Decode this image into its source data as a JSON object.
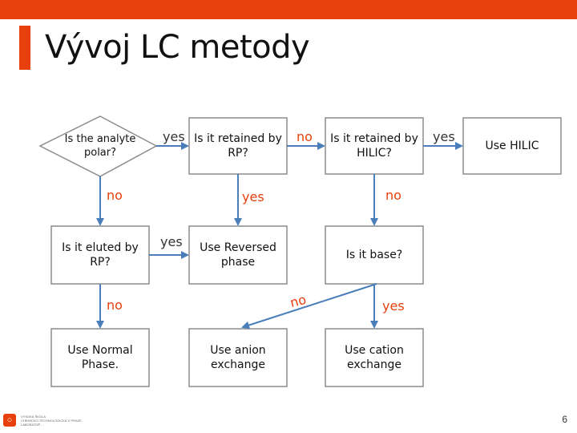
{
  "slide": {
    "title": "Vývoj LC metody",
    "page_number": "6",
    "logo_lines": [
      "VYSOKÁ ŠKOLA",
      "CHEMICKO-TECHNOLOGICKÁ V PRAZE",
      "LABORATOŘ ..."
    ]
  },
  "nodes": {
    "analyte_polar": "Is the analyte polar?",
    "retained_rp": "Is it retained by RP?",
    "retained_hilic": "Is it retained by HILIC?",
    "use_hilic": "Use HILIC",
    "eluted_rp": "Is it eluted by RP?",
    "use_reversed": "Use Reversed phase",
    "is_base": "Is it base?",
    "use_normal": "Use Normal Phase.",
    "use_anion": "Use anion exchange",
    "use_cation": "Use cation exchange"
  },
  "labels": {
    "yes_1": "yes",
    "no_1": "no",
    "yes_2": "yes",
    "no_polar": "no",
    "yes_rp": "yes",
    "no_hilic": "no",
    "yes_eluted": "yes",
    "no_eluted": "no",
    "no_base": "no",
    "yes_base": "yes"
  },
  "colors": {
    "accent": "#e8400c",
    "connector": "#4a7ebb",
    "box_border": "#8c8c8c"
  }
}
